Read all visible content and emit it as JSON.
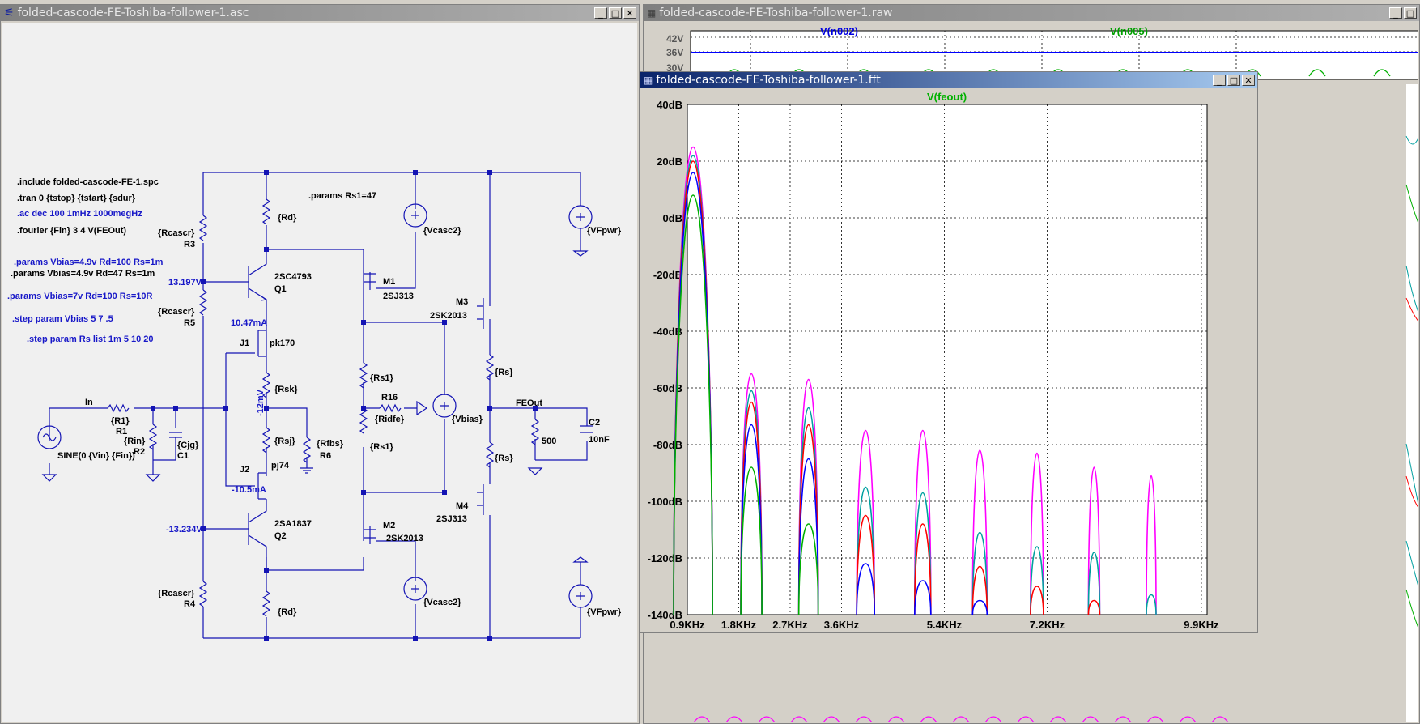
{
  "schematic_window": {
    "title": "folded-cascode-FE-Toshiba-follower-1.asc",
    "min": "_",
    "max": "□",
    "close": "✕"
  },
  "raw_window": {
    "title": "folded-cascode-FE-Toshiba-follower-1.raw",
    "traces": [
      "V(n002)",
      "V(n005)"
    ],
    "y_ticks": [
      "42V",
      "36V",
      "30V"
    ],
    "min": "_",
    "max": "□"
  },
  "fft_window": {
    "title": "folded-cascode-FE-Toshiba-follower-1.fft",
    "min": "_",
    "max": "□",
    "close": "✕"
  },
  "directives": {
    "include": ".include folded-cascode-FE-1.spc",
    "tran": ".tran 0 {tstop} {tstart} {sdur}",
    "ac": ".ac dec 100 1mHz 1000megHz",
    "fourier": ".fourier {Fin} 3 4 V(FEOut)",
    "params1": ".params Vbias=4.9v Rd=100 Rs=1m",
    "params2": ".params Vbias=4.9v Rd=47 Rs=1m",
    "params3": ".params Vbias=7v Rd=100  Rs=10R",
    "step1": ".step param Vbias 5 7 .5",
    "step2": ".step param Rs list 1m 5 10 20",
    "params_rs1": ".params Rs1=47"
  },
  "labels": {
    "rcascr": "{Rcascr}",
    "r3": "R3",
    "r5": "R5",
    "r4": "R4",
    "rd": "{Rd}",
    "q1_part": "2SC4793",
    "q1": "Q1",
    "q2_part": "2SA1837",
    "q2": "Q2",
    "v_base1": "13.197V",
    "v_base2": "-13.234V",
    "i_j1": "10.47mA",
    "i_j2": "-10.5mA",
    "i_mid": "-12mV",
    "j1": "J1",
    "j1_part": "pk170",
    "j2": "J2",
    "j2_part": "pj74",
    "rsk": "{Rsk}",
    "rsj": "{Rsj}",
    "rfbs": "{Rfbs}",
    "r6": "R6",
    "in": "In",
    "r1_val": "{R1}",
    "r1": "R1",
    "rin": "{Rin}",
    "r2": "R2",
    "cjg": "{Cjg}",
    "c1": "C1",
    "sine": "SINE(0 {Vin} {Fin})",
    "m1": "M1",
    "m1_part": "2SJ313",
    "m2": "M2",
    "m2_part": "2SK2013",
    "m3": "M3",
    "m3_part": "2SK2013",
    "m4": "M4",
    "m4_part": "2SJ313",
    "rs1": "{Rs1}",
    "r16": "R16",
    "ridfe": "{Ridfe}",
    "vbias": "{Vbias}",
    "vcasc2": "{Vcasc2}",
    "vfpwr": "{VFpwr}",
    "rs": "{Rs}",
    "feout": "FEOut",
    "r500": "500",
    "c2": "C2",
    "c2_val": "10nF"
  },
  "chart_data": {
    "type": "line",
    "title": "V(feout)",
    "y_ticks": [
      "40dB",
      "20dB",
      "0dB",
      "-20dB",
      "-40dB",
      "-60dB",
      "-80dB",
      "-100dB",
      "-120dB",
      "-140dB"
    ],
    "ylim": [
      -140,
      40
    ],
    "x_ticks": [
      "0.9KHz",
      "1.8KHz",
      "2.7KHz",
      "3.6KHz",
      "5.4KHz",
      "7.2KHz",
      "9.9KHz"
    ],
    "x_tick_values": [
      0.9,
      1.8,
      2.7,
      3.6,
      5.4,
      7.2,
      9.9
    ],
    "x_unit": "KHz",
    "grid": true,
    "harmonic_freqs_khz": [
      1.0,
      2.0,
      3.0,
      4.0,
      5.0,
      6.0,
      7.0,
      8.0,
      9.0
    ],
    "series": [
      {
        "color": "#ff00ff",
        "values": [
          25,
          -55,
          -57,
          -75,
          -75,
          -82,
          -83,
          -88,
          -91
        ]
      },
      {
        "color": "#00a0a0",
        "values": [
          22,
          -61,
          -67,
          -95,
          -97,
          -111,
          -116,
          -118,
          -133
        ]
      },
      {
        "color": "#ff0000",
        "values": [
          20,
          -65,
          -73,
          -105,
          -108,
          -123,
          -130,
          -135,
          -140
        ]
      },
      {
        "color": "#0000ff",
        "values": [
          16,
          -73,
          -85,
          -122,
          -128,
          -135,
          -140,
          -140,
          -140
        ]
      },
      {
        "color": "#00b000",
        "values": [
          8,
          -88,
          -108,
          -140,
          -140,
          -140,
          -140,
          -140,
          -140
        ]
      }
    ]
  }
}
